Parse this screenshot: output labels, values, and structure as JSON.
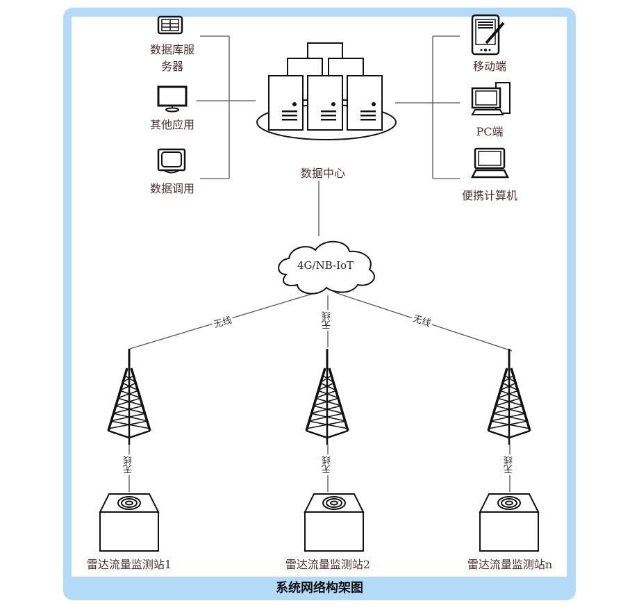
{
  "caption": "系统网络构架图",
  "data_center": {
    "label": "数据中心"
  },
  "left_clients": [
    {
      "label_line1": "数据库服",
      "label_line2": "务器",
      "icon": "database-server-icon"
    },
    {
      "label": "其他应用",
      "icon": "monitor-icon"
    },
    {
      "label": "数据调用",
      "icon": "crt-monitor-icon"
    }
  ],
  "right_clients": [
    {
      "label": "移动端",
      "icon": "pda-pen-icon"
    },
    {
      "label": "PC端",
      "icon": "desktop-pc-icon"
    },
    {
      "label": "便携计算机",
      "icon": "laptop-icon"
    }
  ],
  "network": {
    "label": "4G/NB-IoT",
    "icon": "cloud-icon"
  },
  "link_label": "无线",
  "stations": [
    {
      "label": "雷达流量监测站1"
    },
    {
      "label": "雷达流量监测站2"
    },
    {
      "label": "雷达流量监测站n"
    }
  ],
  "colors": {
    "frame": "#b3dbf7",
    "label_text": "#4a2e2e",
    "line": "#555555"
  }
}
